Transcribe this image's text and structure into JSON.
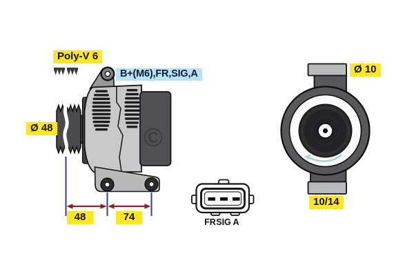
{
  "side_view": {
    "belt_label": "Poly-V 6",
    "terminal_label": "B+(M6),FR,SIG,A",
    "pulley_diameter_label": "Ø 48",
    "dimension_pulley_to_front_mount": "48",
    "dimension_front_to_rear_mount": "74"
  },
  "connector": {
    "pins": [
      "FR",
      "SIG",
      "A"
    ]
  },
  "front_view": {
    "hole_diameter_label": "Ø 10",
    "mount_width_label": "10/14"
  },
  "watermark": "©",
  "colors": {
    "label_yellow": "#ffe71f",
    "label_blue": "#b9e2f2",
    "dimension_line_blue": "#2e3f94",
    "dimension_arrow_red": "#8e2024",
    "rotation_arrow_blue": "#abcfdb",
    "body_gray": "#c9c9cb",
    "dark_gray": "#515155"
  }
}
